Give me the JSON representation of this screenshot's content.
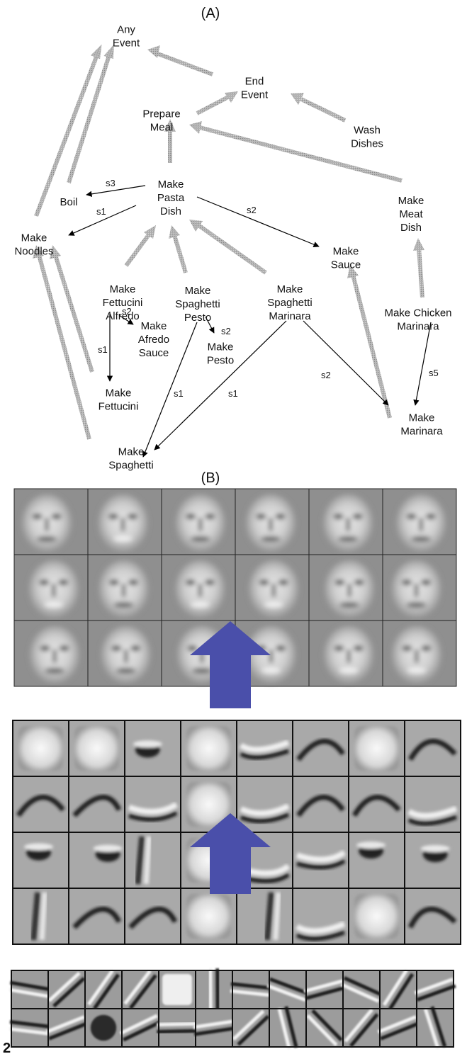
{
  "panel_a": {
    "label": "(A)",
    "nodes": {
      "any_event": [
        "Any",
        "Event"
      ],
      "end_event": [
        "End",
        "Event"
      ],
      "prepare_meal": [
        "Prepare",
        "Meal"
      ],
      "wash_dishes": [
        "Wash",
        "Dishes"
      ],
      "make_pasta_dish": [
        "Make",
        "Pasta",
        "Dish"
      ],
      "boil": [
        "Boil"
      ],
      "make_noodles": [
        "Make",
        "Noodles"
      ],
      "make_meat_dish": [
        "Make",
        "Meat",
        "Dish"
      ],
      "make_sauce": [
        "Make",
        "Sauce"
      ],
      "make_fettucini_alfredo": [
        "Make",
        "Fettucini",
        "Alfredo"
      ],
      "make_spaghetti_pesto": [
        "Make",
        "Spaghetti",
        "Pesto"
      ],
      "make_spaghetti_marinara": [
        "Make",
        "Spaghetti",
        "Marinara"
      ],
      "make_chicken_marinara": [
        "Make Chicken",
        "Marinara"
      ],
      "make_afredo_sauce": [
        "Make",
        "Afredo",
        "Sauce"
      ],
      "make_pesto": [
        "Make",
        "Pesto"
      ],
      "make_fettucini": [
        "Make",
        "Fettucini"
      ],
      "make_marinara": [
        "Make",
        "Marinara"
      ],
      "make_spaghetti": [
        "Make",
        "Spaghetti"
      ]
    },
    "edge_labels": {
      "s3": "s3",
      "s1": "s1",
      "s2": "s2",
      "s5": "s5"
    }
  },
  "panel_b": {
    "label": "(B)",
    "corner_mark": "2"
  },
  "colors": {
    "isa_arrow": "#a8a8a8",
    "step_arrow": "#000000",
    "up_arrow": "#4a4faa"
  }
}
